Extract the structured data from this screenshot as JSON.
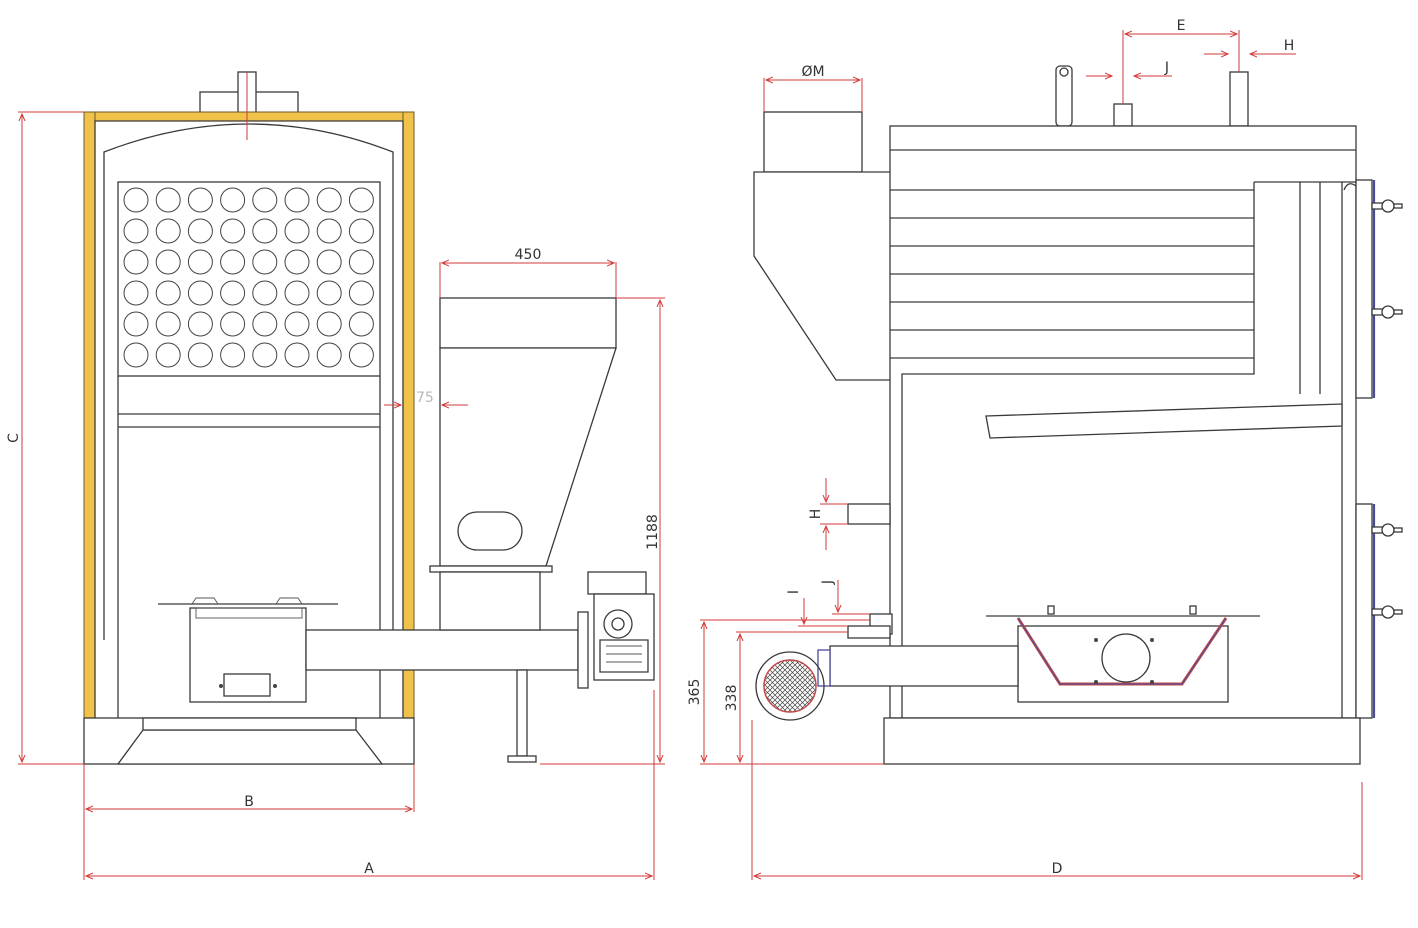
{
  "dimensions": {
    "front_view": {
      "hopper_width": "450",
      "hopper_height": "1188",
      "jacket_gap": "75",
      "width_b": "B",
      "width_a": "A",
      "height_c": "C"
    },
    "side_view": {
      "flue_diameter": "ØM",
      "pipe_spacing": "E",
      "pipe_h_top": "H",
      "pipe_j_top": "J",
      "pipe_h_side": "H",
      "pipe_j_side": "J",
      "pipe_i_side": "I",
      "burner_height_365": "365",
      "burner_height_338": "338",
      "depth_d": "D"
    }
  },
  "colors": {
    "dimension_line": "#d23a3a",
    "insulation_jacket": "#f0c24a",
    "door_seal": "#4a4aa0",
    "outline": "#3a3a3a"
  },
  "tube_grid": {
    "rows": 6,
    "cols": 8
  }
}
